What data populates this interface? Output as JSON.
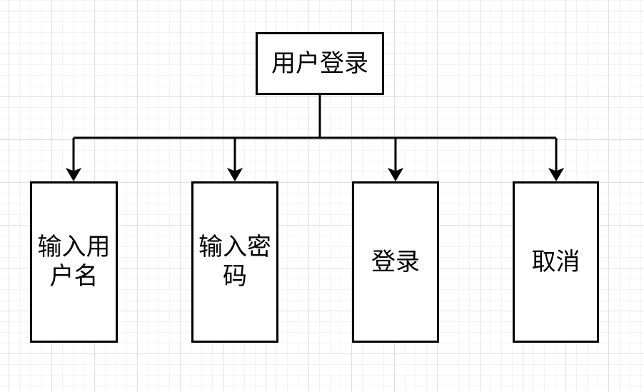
{
  "diagram": {
    "type": "flowchart-tree",
    "root": {
      "label": "用户登录"
    },
    "children": [
      {
        "label": "输入用户名"
      },
      {
        "label": "输入密码"
      },
      {
        "label": "登录"
      },
      {
        "label": "取消"
      }
    ],
    "edges": [
      {
        "from": "用户登录",
        "to": "输入用户名",
        "arrow": "filled-triangle"
      },
      {
        "from": "用户登录",
        "to": "输入密码",
        "arrow": "filled-triangle"
      },
      {
        "from": "用户登录",
        "to": "登录",
        "arrow": "filled-triangle"
      },
      {
        "from": "用户登录",
        "to": "取消",
        "arrow": "filled-triangle"
      }
    ],
    "colors": {
      "canvas_bg": "#ffffff",
      "grid_minor": "#f3f3f3",
      "grid_major": "#e0e0e0",
      "node_fill": "#ffffff",
      "node_stroke": "#000000",
      "text": "#000000"
    }
  }
}
